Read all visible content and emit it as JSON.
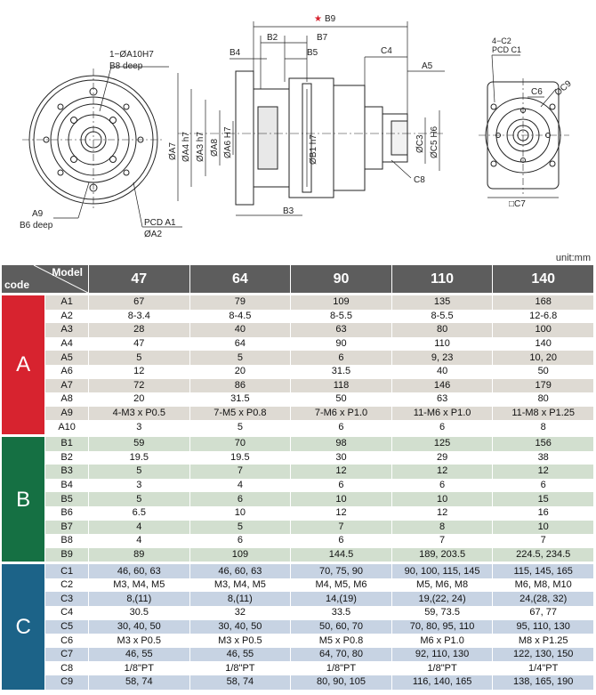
{
  "drawing": {
    "labels": {
      "hole_callout": "1−ØA10H7",
      "hole_depth": "B8 deep",
      "tap_a9": "A9",
      "tap_depth": "B6 deep",
      "pcd_a1": "PCD A1",
      "dia_a2": "ØA2",
      "b9": "B9",
      "b2": "B2",
      "b7": "B7",
      "b4": "B4",
      "b5": "B5",
      "b3": "B3",
      "a7": "ØA7",
      "a4": "ØA4 h7",
      "a3": "ØA3 h7",
      "a8": "ØA8",
      "a6": "ØA6 H7",
      "b1": "ØB1 h7",
      "c4": "C4",
      "a5": "A5",
      "c3": "ØC3",
      "c5": "ØC5 H6",
      "c8": "C8",
      "c2": "4−C2",
      "c1": "PCD C1",
      "c6": "C6",
      "c9": "ØC9",
      "c7": "□C7"
    },
    "star_color": "#d7232f"
  },
  "unit": "unit:mm",
  "table": {
    "header_model": "Model",
    "header_code": "code",
    "models": [
      "47",
      "64",
      "90",
      "110",
      "140"
    ],
    "groups": [
      {
        "name": "A",
        "rows": [
          {
            "code": "A1",
            "values": [
              "67",
              "79",
              "109",
              "135",
              "168"
            ]
          },
          {
            "code": "A2",
            "values": [
              "8-3.4",
              "8-4.5",
              "8-5.5",
              "8-5.5",
              "12-6.8"
            ]
          },
          {
            "code": "A3",
            "values": [
              "28",
              "40",
              "63",
              "80",
              "100"
            ]
          },
          {
            "code": "A4",
            "values": [
              "47",
              "64",
              "90",
              "110",
              "140"
            ]
          },
          {
            "code": "A5",
            "values": [
              "5",
              "5",
              "6",
              "9, 23",
              "10, 20"
            ]
          },
          {
            "code": "A6",
            "values": [
              "12",
              "20",
              "31.5",
              "40",
              "50"
            ]
          },
          {
            "code": "A7",
            "values": [
              "72",
              "86",
              "118",
              "146",
              "179"
            ]
          },
          {
            "code": "A8",
            "values": [
              "20",
              "31.5",
              "50",
              "63",
              "80"
            ]
          },
          {
            "code": "A9",
            "values": [
              "4-M3 x P0.5",
              "7-M5 x P0.8",
              "7-M6 x P1.0",
              "11-M6 x P1.0",
              "11-M8 x P1.25"
            ]
          },
          {
            "code": "A10",
            "values": [
              "3",
              "5",
              "6",
              "6",
              "8"
            ]
          }
        ]
      },
      {
        "name": "B",
        "rows": [
          {
            "code": "B1",
            "values": [
              "59",
              "70",
              "98",
              "125",
              "156"
            ]
          },
          {
            "code": "B2",
            "values": [
              "19.5",
              "19.5",
              "30",
              "29",
              "38"
            ]
          },
          {
            "code": "B3",
            "values": [
              "5",
              "7",
              "12",
              "12",
              "12"
            ]
          },
          {
            "code": "B4",
            "values": [
              "3",
              "4",
              "6",
              "6",
              "6"
            ]
          },
          {
            "code": "B5",
            "values": [
              "5",
              "6",
              "10",
              "10",
              "15"
            ]
          },
          {
            "code": "B6",
            "values": [
              "6.5",
              "10",
              "12",
              "12",
              "16"
            ]
          },
          {
            "code": "B7",
            "values": [
              "4",
              "5",
              "7",
              "8",
              "10"
            ]
          },
          {
            "code": "B8",
            "values": [
              "4",
              "6",
              "6",
              "7",
              "7"
            ]
          },
          {
            "code": "B9",
            "values": [
              "89",
              "109",
              "144.5",
              "189, 203.5",
              "224.5, 234.5"
            ]
          }
        ]
      },
      {
        "name": "C",
        "rows": [
          {
            "code": "C1",
            "values": [
              "46, 60, 63",
              "46, 60, 63",
              "70, 75, 90",
              "90, 100, 115, 145",
              "115, 145, 165"
            ]
          },
          {
            "code": "C2",
            "values": [
              "M3, M4, M5",
              "M3, M4, M5",
              "M4, M5, M6",
              "M5, M6, M8",
              "M6, M8, M10"
            ]
          },
          {
            "code": "C3",
            "values": [
              "8,(11)",
              "8,(11)",
              "14,(19)",
              "19,(22, 24)",
              "24,(28, 32)"
            ]
          },
          {
            "code": "C4",
            "values": [
              "30.5",
              "32",
              "33.5",
              "59, 73.5",
              "67, 77"
            ]
          },
          {
            "code": "C5",
            "values": [
              "30, 40, 50",
              "30, 40, 50",
              "50, 60, 70",
              "70, 80, 95, 110",
              "95, 110, 130"
            ]
          },
          {
            "code": "C6",
            "values": [
              "M3 x P0.5",
              "M3 x P0.5",
              "M5 x P0.8",
              "M6 x P1.0",
              "M8 x P1.25"
            ]
          },
          {
            "code": "C7",
            "values": [
              "46, 55",
              "46, 55",
              "64, 70, 80",
              "92, 110, 130",
              "122, 130, 150"
            ]
          },
          {
            "code": "C8",
            "values": [
              "1/8\"PT",
              "1/8\"PT",
              "1/8\"PT",
              "1/8\"PT",
              "1/4\"PT"
            ]
          },
          {
            "code": "C9",
            "values": [
              "58, 74",
              "58, 74",
              "80, 90, 105",
              "116, 140, 165",
              "138, 165, 190"
            ]
          }
        ]
      }
    ]
  }
}
